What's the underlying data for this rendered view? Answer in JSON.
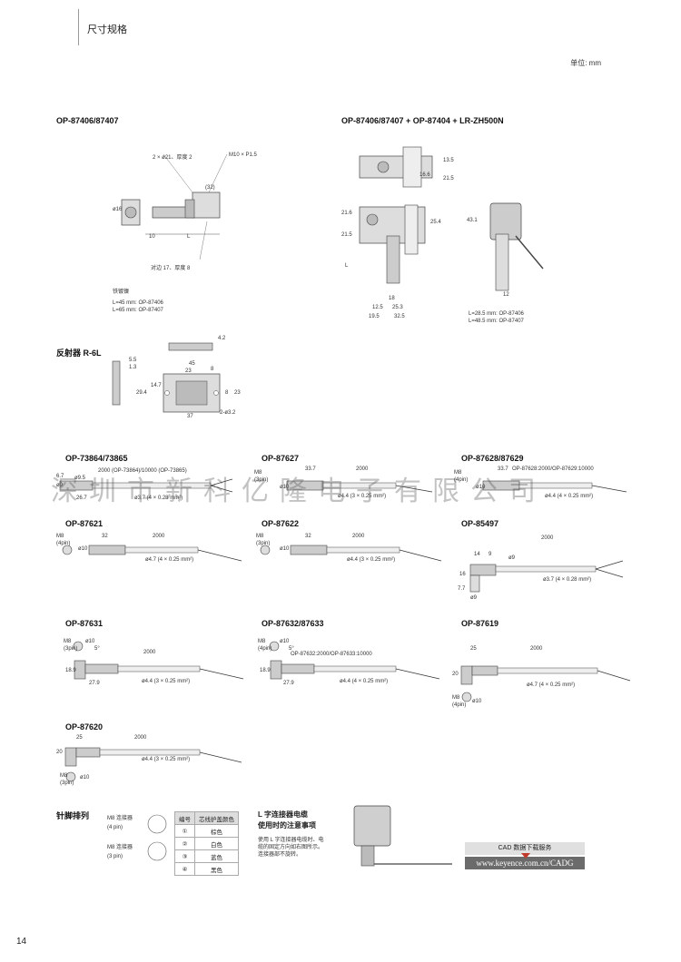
{
  "header": {
    "section_title": "尺寸规格",
    "unit": "单位: mm",
    "page_number": "14"
  },
  "bracket_a": {
    "title": "OP-87406/87407",
    "dim_plate": "2 × ø21、厚度 2",
    "dim_thread": "M10 × P1.5",
    "dim_32": "(32)",
    "dim_16": "ø16",
    "dim_10": "10",
    "dim_L": "L",
    "dim_nut": "对边 17、厚度 8",
    "material": "铁镀镍",
    "len1": "L=45 mm: OP-87406",
    "len2": "L=65 mm: OP-87407"
  },
  "bracket_b": {
    "title": "OP-87406/87407 + OP-87404 + LR-ZH500N",
    "dims": [
      "13.5",
      "21.5",
      "16.6",
      "21.6",
      "25.4",
      "21.5",
      "L",
      "18",
      "12.5",
      "25.3",
      "19.5",
      "32.5",
      "43.1",
      "12"
    ],
    "len1": "L=28.5 mm: OP-87406",
    "len2": "L=48.5 mm: OP-87407"
  },
  "reflector": {
    "title": "反射器 R-6L",
    "dims": [
      "4.2",
      "5.5",
      "1.3",
      "45",
      "8",
      "23",
      "14.7",
      "29.4",
      "8",
      "23",
      "37",
      "2-ø3.2"
    ]
  },
  "cables": [
    {
      "title": "OP-73864/73865",
      "length": "2000 (OP-73864)/10000 (OP-73865)",
      "spec": "ø3.7 (4 × 0.28 mm²)",
      "d1": "6.7",
      "d2": "ø9.5",
      "d3": "ø9",
      "d4": "26.7"
    },
    {
      "title": "OP-87627",
      "conn": "M8",
      "pins": "(3pin)",
      "dia": "ø10",
      "d1": "33.7",
      "length": "2000",
      "spec": "ø4.4 (3 × 0.25 mm²)"
    },
    {
      "title": "OP-87628/87629",
      "conn": "M8",
      "pins": "(4pin)",
      "dia": "ø10",
      "d1": "33.7",
      "length": "OP-87628:2000/OP-87629:10000",
      "spec": "ø4.4 (4 × 0.25 mm²)"
    },
    {
      "title": "OP-87621",
      "conn": "M8",
      "pins": "(4pin)",
      "dia": "ø10",
      "d1": "32",
      "length": "2000",
      "spec": "ø4.7 (4 × 0.25 mm²)"
    },
    {
      "title": "OP-87622",
      "conn": "M8",
      "pins": "(3pin)",
      "dia": "ø10",
      "d1": "32",
      "length": "2000",
      "spec": "ø4.4 (3 × 0.25 mm²)"
    },
    {
      "title": "OP-85497",
      "d1": "14",
      "d2": "9",
      "d3": "ø9",
      "length": "2000",
      "d4": "16",
      "d5": "7.7",
      "d6": "ø9",
      "spec": "ø3.7 (4 × 0.28 mm²)"
    },
    {
      "title": "OP-87631",
      "conn": "M8",
      "pins": "(3pin)",
      "dia": "ø10",
      "ang": "5°",
      "d1": "18.9",
      "d2": "27.9",
      "length": "2000",
      "spec": "ø4.4 (3 × 0.25 mm²)"
    },
    {
      "title": "OP-87632/87633",
      "conn": "M8",
      "pins": "(4pin)",
      "dia": "ø10",
      "ang": "5°",
      "d1": "18.9",
      "d2": "27.9",
      "length": "OP-87632:2000/OP-87633:10000",
      "spec": "ø4.4 (4 × 0.25 mm²)"
    },
    {
      "title": "OP-87619",
      "d1": "25",
      "length": "2000",
      "d2": "20",
      "conn": "M8",
      "pins": "(4pin)",
      "dia": "ø10",
      "spec": "ø4.7 (4 × 0.25 mm²)"
    },
    {
      "title": "OP-87620",
      "d1": "25",
      "length": "2000",
      "d2": "20",
      "conn": "M8",
      "pins": "(3pin)",
      "dia": "ø10",
      "spec": "ø4.4 (3 × 0.25 mm²)"
    }
  ],
  "pinout": {
    "title": "针脚排列",
    "conn4": "M8 连接器",
    "conn4_pins": "(4 pin)",
    "conn3": "M8 连接器",
    "conn3_pins": "(3 pin)",
    "header": [
      "编号",
      "芯线护盖颜色"
    ],
    "rows": [
      [
        "①",
        "棕色"
      ],
      [
        "②",
        "白色"
      ],
      [
        "③",
        "蓝色"
      ],
      [
        "④",
        "黑色"
      ]
    ]
  },
  "caution": {
    "title1": "L 字连接器电缆",
    "title2": "使用时的注意事项",
    "body": [
      "使用 L 字连接器电缆时、电",
      "缆的固定方向如右图所示。",
      "连接器部不旋转。"
    ]
  },
  "cad": {
    "label": "CAD 数据下载服务",
    "url": "www.keyence.com.cn/CADG"
  },
  "watermark": "深圳市新科亿隆电子有限公司"
}
